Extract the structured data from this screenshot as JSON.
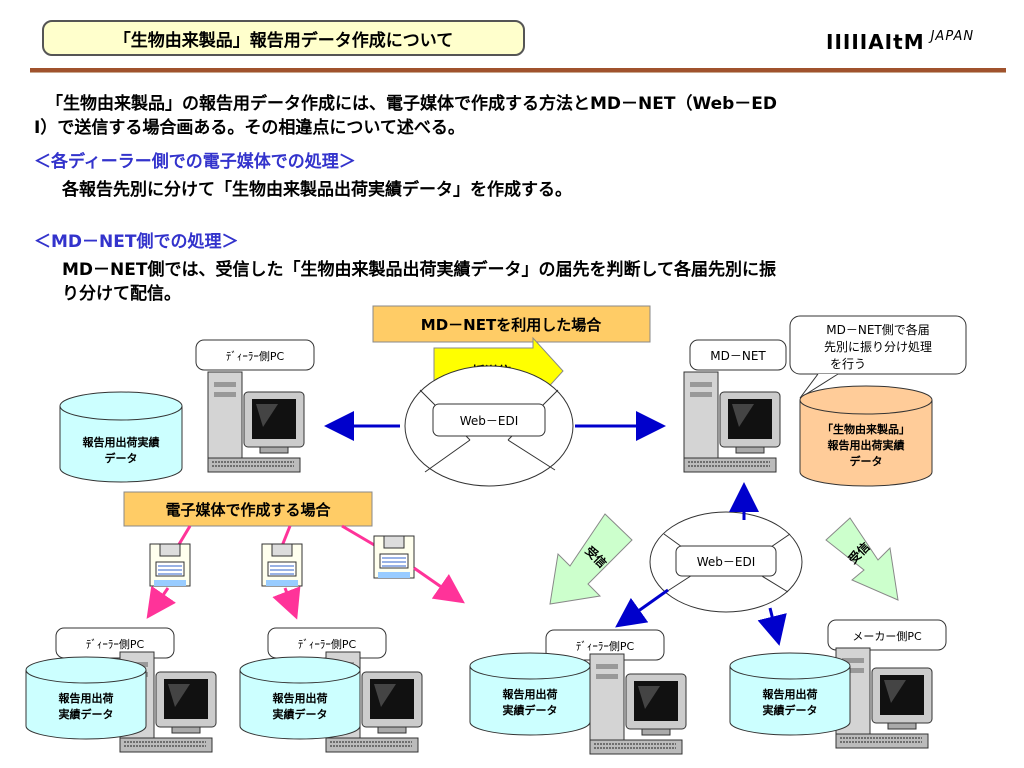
{
  "header": {
    "title": "「生物由来製品」報告用データ作成について",
    "logo": "IIIIIAItM",
    "logo_sub": "JAPAN"
  },
  "body": {
    "intro_line1": "「生物由来製品」の報告用データ作成には、電子媒体で作成する方法とMD－NET（Web－ED",
    "intro_line2": "I）で送信する場合画ある。その相違点について述べる。",
    "section1_heading": "＜各ディーラー側での電子媒体での処理＞",
    "section1_text": "各報告先別に分けて「生物由来製品出荷実績データ」を作成する。",
    "section2_heading": "＜MD－NET側での処理＞",
    "section2_line1": "MD－NET側では、受信した「生物由来製品出荷実績データ」の届先を判断して各届先別に振",
    "section2_line2": "り分けて配信。"
  },
  "diagram": {
    "mdnet_banner": "MD－NETを利用した場合",
    "media_banner": "電子媒体で作成する場合",
    "batch_send": "一括送信",
    "webedi_top": "Web－EDI",
    "webedi_bottom": "Web－EDI",
    "dealer_pc_top": "ﾃﾞｨｰﾗｰ側PC",
    "mdnet_label": "MD－NET",
    "callout_line1": "MD－NET側で各届",
    "callout_line2": "先別に振り分け処理",
    "callout_line3": "を行う",
    "db_report_line1": "報告用出荷実績",
    "db_report_line2": "データ",
    "db_bio_line1": "「生物由来製品」",
    "db_bio_line2": "報告用出荷実績",
    "db_bio_line3": "データ",
    "receive1": "受信",
    "receive2": "受信",
    "dealer_pc_b1": "ﾃﾞｨｰﾗｰ側PC",
    "dealer_pc_b2": "ﾃﾞｨｰﾗｰ側PC",
    "dealer_pc_b3": "ﾃﾞｨｰﾗｰ側PC",
    "maker_pc": "メーカー側PC",
    "db_small_line1": "報告用出荷",
    "db_small_line2": "実績データ",
    "colors": {
      "cyan_db": "#ccffff",
      "orange_db": "#ffcc99",
      "banner": "#ffcc66",
      "green_arrow": "#ccffcc",
      "yellow_arrow": "#ffff00",
      "blue_arrow": "#0000cc",
      "pink_arrow": "#ff3399"
    }
  }
}
